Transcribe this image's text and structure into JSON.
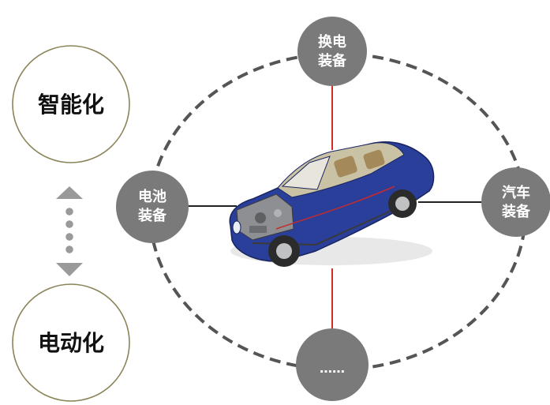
{
  "left": {
    "top_circle": {
      "label": "智能化"
    },
    "bottom_circle": {
      "label": "电动化"
    }
  },
  "nodes": {
    "top": {
      "line1": "换电",
      "line2": "装备"
    },
    "left": {
      "line1": "电池",
      "line2": "装备"
    },
    "right": {
      "line1": "汽车",
      "line2": "装备"
    },
    "bottom": {
      "label": "……"
    }
  },
  "center": {
    "image": "car-cutaway-illustration"
  },
  "colors": {
    "node_fill": "#7a7a7a",
    "node_text": "#ffffff",
    "left_circle_border": "#8a8458",
    "left_text": "#111111",
    "dashed_ring": "#555555",
    "red_line": "#d42a2a",
    "black_line": "#222222",
    "arrow": "#9a9a9a",
    "car_body": "#2a3f9a"
  }
}
